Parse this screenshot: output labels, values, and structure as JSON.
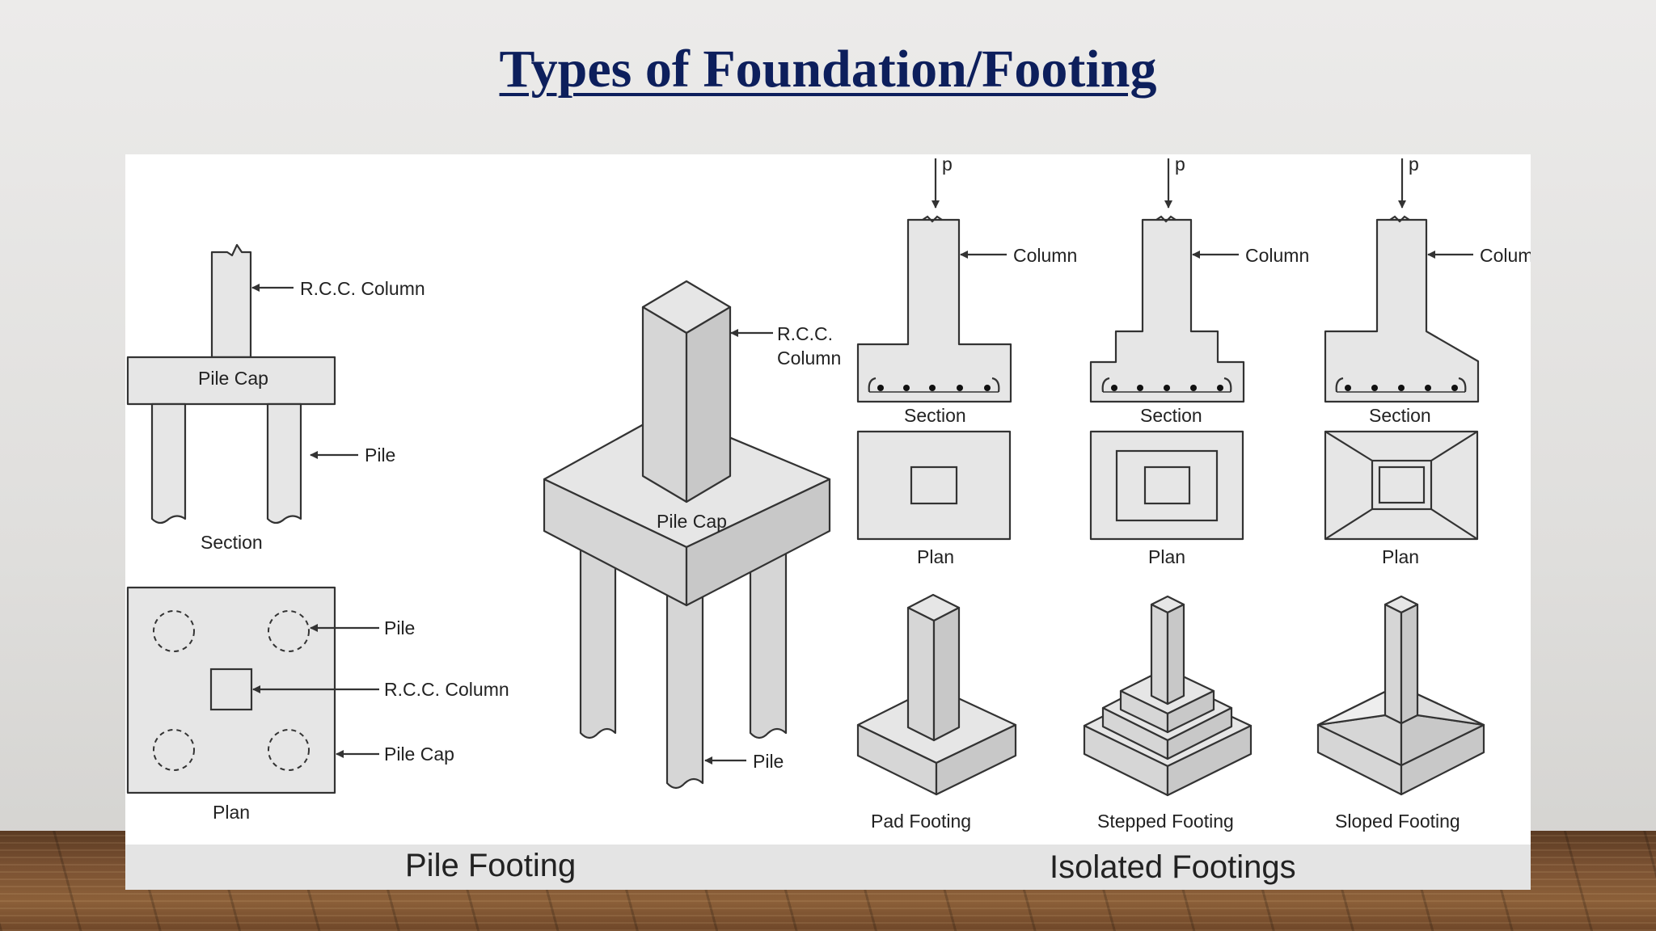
{
  "slide": {
    "title": "Types of Foundation/Footing"
  },
  "pile_footing": {
    "caption": "Pile Footing",
    "section": {
      "label": "Section",
      "column_label": "R.C.C. Column",
      "cap_label": "Pile Cap",
      "pile_label": "Pile"
    },
    "plan": {
      "label": "Plan",
      "pile_label": "Pile",
      "column_label": "R.C.C. Column",
      "cap_label": "Pile Cap"
    },
    "isometric": {
      "column_label_line1": "R.C.C.",
      "column_label_line2": "Column",
      "cap_label": "Pile Cap",
      "pile_label": "Pile"
    }
  },
  "isolated_footings": {
    "caption": "Isolated Footings",
    "load_label": "p",
    "column_label": "Colu\u0000mn",
    "section_label": "Section",
    "plan_label": "Plan",
    "types": [
      {
        "name": "Pad Footing",
        "column_label": "Column"
      },
      {
        "name": "Stepped Footing",
        "column_label": "Column"
      },
      {
        "name": "Sloped Footing",
        "column_label": "Colum"
      }
    ]
  }
}
